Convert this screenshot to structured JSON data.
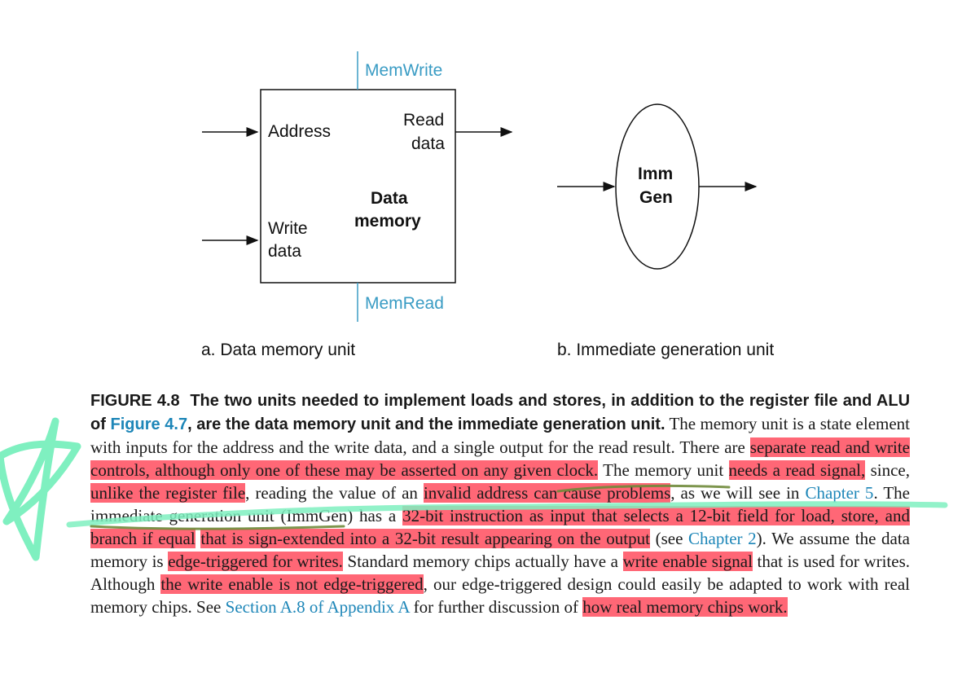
{
  "figure_a": {
    "memwrite": "MemWrite",
    "memread": "MemRead",
    "address": "Address",
    "read_1": "Read",
    "read_2": "data",
    "write_1": "Write",
    "write_2": "data",
    "title_1": "Data",
    "title_2": "memory",
    "caption": "a. Data memory unit"
  },
  "figure_b": {
    "name_1": "Imm",
    "name_2": "Gen",
    "caption": "b. Immediate generation unit"
  },
  "caption": {
    "figure_number": "FIGURE 4.8",
    "title_1": "The two units needed to implement loads and stores, in addition to the register file and ALU of ",
    "title_link": "Figure 4.7",
    "title_2": ", are the data memory unit and the immediate generation unit.",
    "s1": " The memory unit is a state element with inputs for the address and the write data, and a single output for the read result. There are ",
    "h1": "separate read and write controls, although only one of these may be asserted on any given clock.",
    "s2": " The memory unit ",
    "h2": "needs a read signal,",
    "s3": " since, ",
    "h3": "unlike the register file",
    "s4": ", reading the value of an ",
    "h4": "invalid address can cause problems",
    "s5": ", as we will see in ",
    "link_ch5": "Chapter 5",
    "s6": ". The immediate generation unit (ImmGen) has a ",
    "h5": "32-bit instruction as input that selects a 12-bit field for load, store, and branch if equal",
    "s7": " ",
    "h6": "that is sign-extended into a 32-bit result appearing on the output",
    "s8": " (see ",
    "link_ch2": "Chapter 2",
    "s9": "). We assume the data memory is ",
    "h7": "edge-triggered for writes.",
    "s10": " Standard memory chips actually have a ",
    "h8": "write enable signal",
    "s11": " that is used for writes. Although ",
    "h9": "the write enable is not edge-triggered",
    "s12": ", our edge-triggered design could easily be adapted to work with real memory chips. See ",
    "link_appendix": "Section A.8 of Appendix A",
    "s13": " for further discussion of ",
    "h10": "how real memory chips work."
  },
  "colors": {
    "control_signal": "#3a9cc4",
    "link": "#1d86b8",
    "highlight": "#ff3c50",
    "annotation_green": "#7ff0c0",
    "underline_olive": "#6f8a3a"
  }
}
